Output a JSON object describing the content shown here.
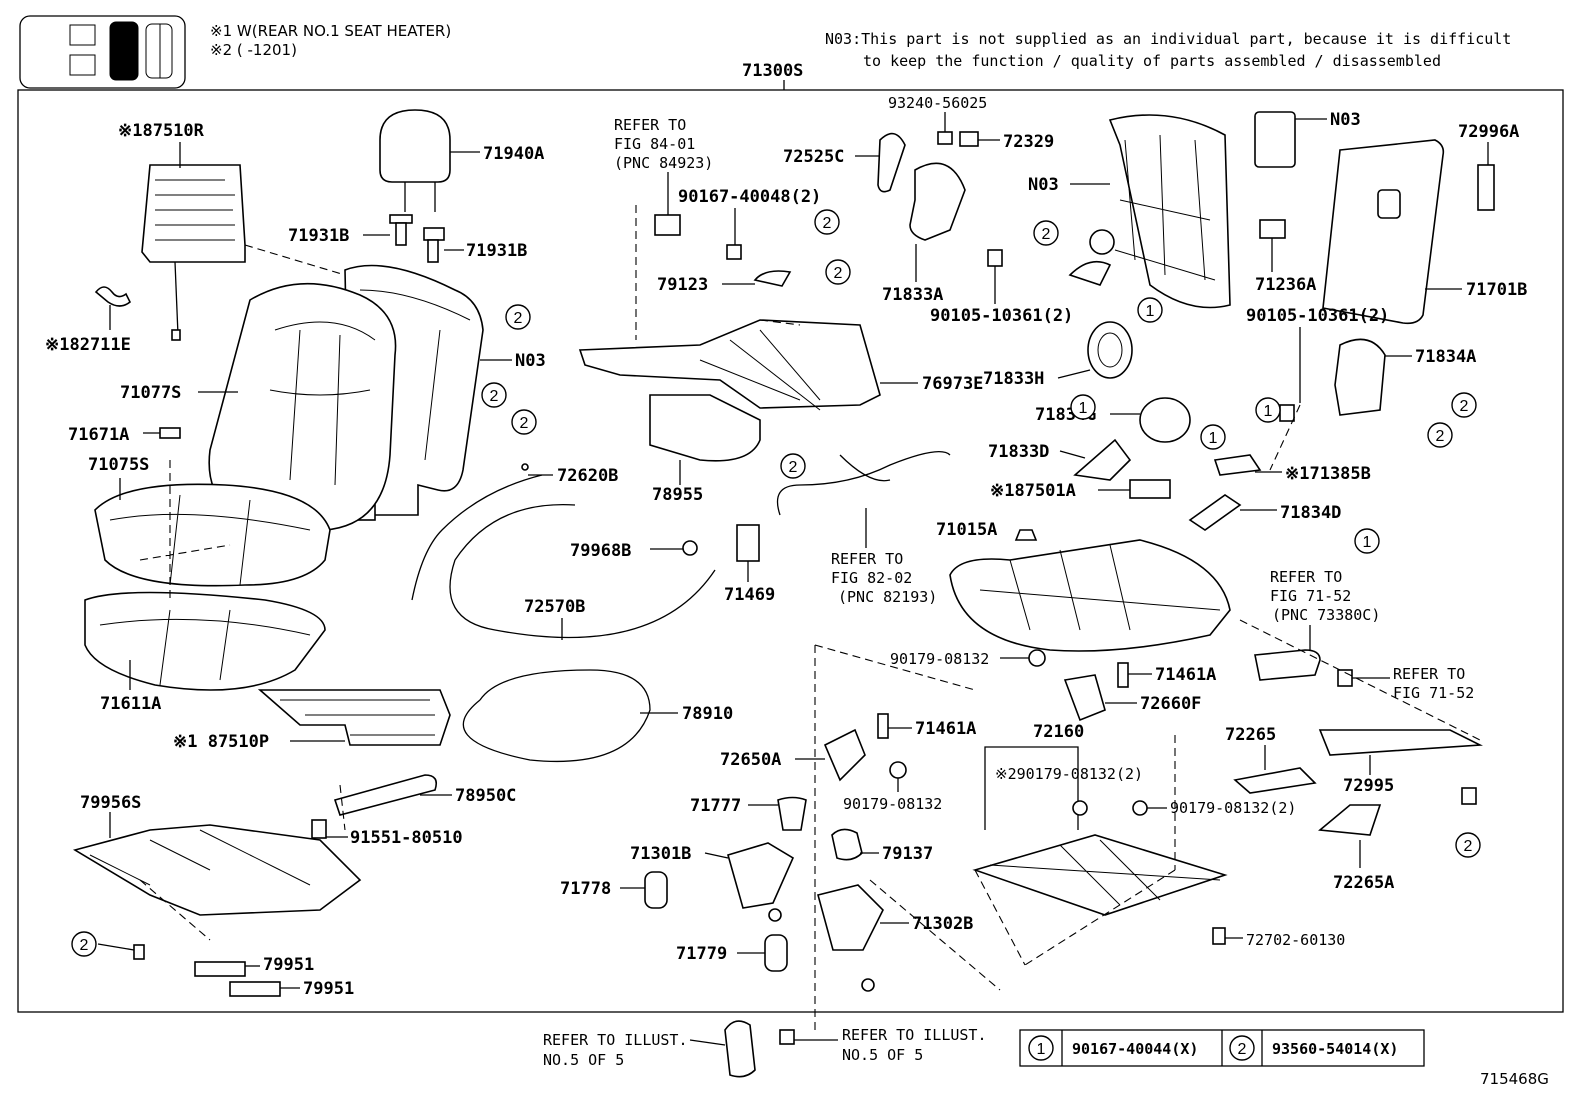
{
  "legend_top": {
    "notes": [
      "※1 W(REAR NO.1 SEAT HEATER)",
      "※2 (      -1201)"
    ]
  },
  "n03_note": {
    "line1": "N03:This part is not supplied as an individual part, because it is difficult",
    "line2": "to keep the function / quality of parts assembled / disassembled"
  },
  "assembly_label": "71300S",
  "parts": {
    "p87510R": "※187510R",
    "p182711E": "※182711E",
    "p71940A": "71940A",
    "p71931B_l": "71931B",
    "p71931B_r": "71931B",
    "p71077S": "71077S",
    "pN03_back": "N03",
    "p71671A": "71671A",
    "p71075S": "71075S",
    "p71611A": "71611A",
    "p87510P": "※1 87510P",
    "p79956S": "79956S",
    "p79951a": "79951",
    "p79951b": "79951",
    "p78950C": "78950C",
    "p91551": "91551-80510",
    "p72620B": "72620B",
    "p72570B": "72570B",
    "p78910": "78910",
    "p79968B": "79968B",
    "p71469": "71469",
    "p78955": "78955",
    "p79123": "79123",
    "p90167_40048": "90167-40048(2)",
    "p76973E": "76973E",
    "p93240": "93240-56025",
    "p72525C": "72525C",
    "p72329": "72329",
    "p71833A": "71833A",
    "pN03_frame": "N03",
    "pN03_top": "N03",
    "p72996A": "72996A",
    "p71236A": "71236A",
    "p71701B": "71701B",
    "p90105_a": "90105-10361(2)",
    "p90105_b": "90105-10361(2)",
    "p71833H": "71833H",
    "p71834G": "71834G",
    "p71833D": "71833D",
    "p87501A": "※187501A",
    "p71385B": "※171385B",
    "p71834A": "71834A",
    "p71834D": "71834D",
    "p71015A": "71015A",
    "p90179_a": "90179-08132",
    "p71461A_r": "71461A",
    "p72660F": "72660F",
    "p72160": "72160",
    "p90179_x2": "※290179-08132(2)",
    "p90179_2": "90179-08132(2)",
    "p72265": "72265",
    "p72995": "72995",
    "p72265A": "72265A",
    "p72702": "72702-60130",
    "p72650A": "72650A",
    "p71461A_l": "71461A",
    "p90179_b": "90179-08132",
    "p71777": "71777",
    "p79137": "79137",
    "p71301B": "71301B",
    "p71778": "71778",
    "p71302B": "71302B",
    "p71779": "71779"
  },
  "refers": {
    "fig8401": [
      "REFER TO",
      "FIG 84-01",
      "(PNC 84923)"
    ],
    "fig8202": [
      "REFER TO",
      "FIG 82-02",
      "(PNC 82193)"
    ],
    "fig7152a": [
      "REFER TO",
      "FIG 71-52",
      "(PNC 73380C)"
    ],
    "fig7152b": [
      "REFER TO",
      "FIG 71-52"
    ],
    "illust_l": [
      "REFER TO ILLUST.",
      "NO.5 OF 5"
    ],
    "illust_r": [
      "REFER TO ILLUST.",
      "NO.5 OF 5"
    ]
  },
  "callouts": {
    "one": "1",
    "two": "2"
  },
  "fastener_table": {
    "one_part": "90167-40044(X)",
    "two_part": "93560-54014(X)"
  },
  "figure_id": "715468G"
}
